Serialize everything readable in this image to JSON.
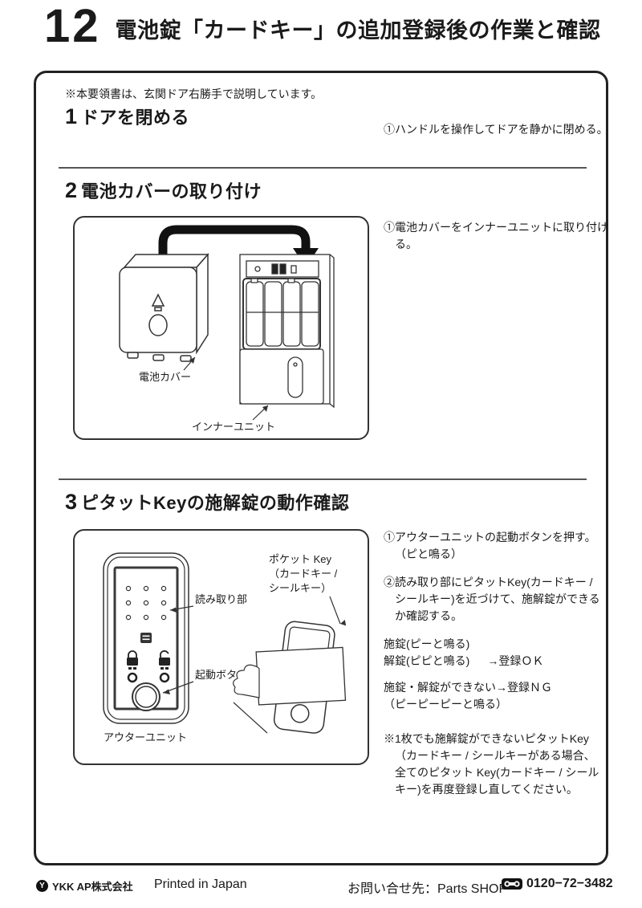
{
  "colors": {
    "text": "#1a1a1a",
    "border": "#222222",
    "background": "#ffffff"
  },
  "header": {
    "number": "12",
    "title": "電池錠「カードキー」の追加登録後の作業と確認"
  },
  "note": "※本要領書は、玄関ドア右勝手で説明しています。",
  "sections": [
    {
      "num": "1",
      "title": "ドアを閉める",
      "step1": "①ハンドルを操作してドアを静かに閉める。"
    },
    {
      "num": "2",
      "title": "電池カバーの取り付け",
      "step1": "①電池カバーをインナーユニットに取り付ける。",
      "labels": {
        "battery_cover": "電池カバー",
        "inner_unit": "インナーユニット"
      }
    },
    {
      "num": "3",
      "title": "ピタットKeyの施解錠の動作確認",
      "step1": "①アウターユニットの起動ボタンを押す。\n（ピと鳴る）",
      "step2": "②読み取り部にピタットKey(カードキー / シールキー)を近づけて、施解錠ができるか確認する。",
      "ok_line1": "施錠(ピーと鳴る)",
      "ok_line2": "解錠(ピピと鳴る)",
      "ok_arrow": "→登録ＯＫ",
      "ng_line1": "施錠・解錠ができない",
      "ng_arrow": "→登録ＮＧ",
      "ng_line2": "（ピーピーピーと鳴る）",
      "note": "※1枚でも施解錠ができないピタットKey（カードキー / シールキーがある場合、全てのピタット Key(カードキー / シールキー)を再度登録し直してください。",
      "labels": {
        "reader": "読み取り部",
        "start_button": "起動ボタン",
        "outer_unit": "アウターユニット",
        "pocket_key_l1": "ポケット Key",
        "pocket_key_l2": "（カードキー /",
        "pocket_key_l3": "シールキー）"
      }
    }
  ],
  "footer": {
    "company": "YKK AP株式会社",
    "logo_letter": "Y",
    "printed": "Printed in Japan",
    "contact": "お問い合せ先：Parts SHOP",
    "phone": "0120−72−3482"
  }
}
